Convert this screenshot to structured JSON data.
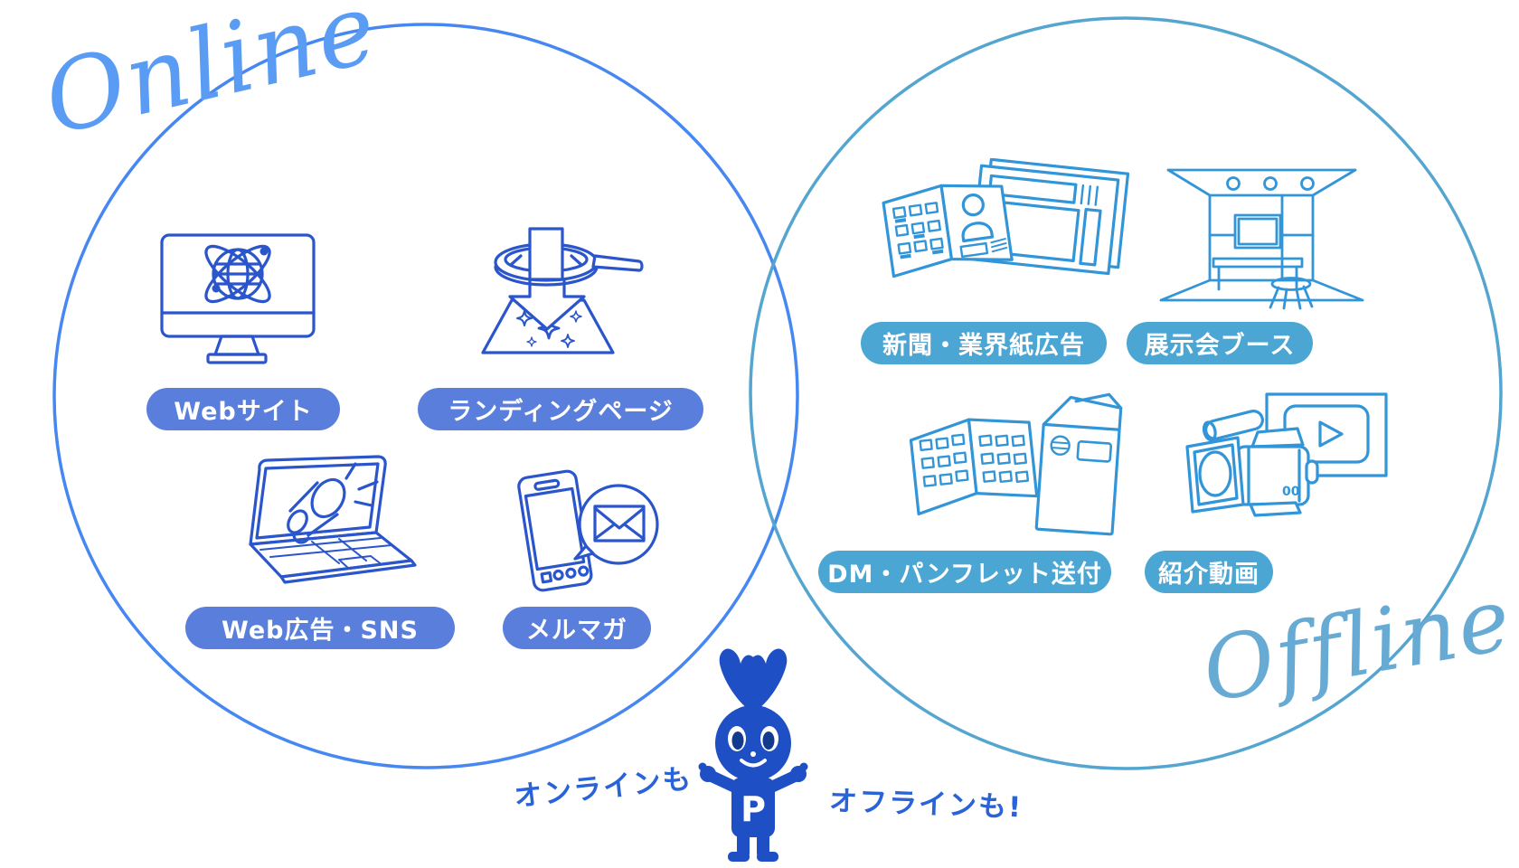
{
  "palette": {
    "background": "#ffffff",
    "online_circle": "#4687f2",
    "online_script": "#5a9bf3",
    "online_icon": "#2a55cb",
    "online_pill": "#5a7edb",
    "offline_circle": "#54a5cf",
    "offline_script": "#67abd4",
    "offline_icon": "#3295d8",
    "offline_pill": "#4ba6d4",
    "pill_text": "#ffffff",
    "caption_blue": "#2a63d8",
    "mascot_blue": "#1e4fc4",
    "mascot_pupil": "#123a8d"
  },
  "online": {
    "title": "Online",
    "items": [
      {
        "label": "Webサイト",
        "icon": "website-icon"
      },
      {
        "label": "ランディングページ",
        "icon": "landing-page-icon"
      },
      {
        "label": "Web広告・SNS",
        "icon": "web-ads-icon"
      },
      {
        "label": "メルマガ",
        "icon": "mail-magazine-icon"
      }
    ]
  },
  "offline": {
    "title": "Offline",
    "items": [
      {
        "label": "新聞・業界紙広告",
        "icon": "newspaper-ad-icon"
      },
      {
        "label": "展示会ブース",
        "icon": "exhibition-booth-icon"
      },
      {
        "label": "DM・パンフレット送付",
        "icon": "direct-mail-icon"
      },
      {
        "label": "紹介動画",
        "icon": "intro-video-icon"
      }
    ]
  },
  "mascot": {
    "caption_left": "オンラインも",
    "caption_right": "オフラインも!",
    "badge_letter": "P"
  }
}
